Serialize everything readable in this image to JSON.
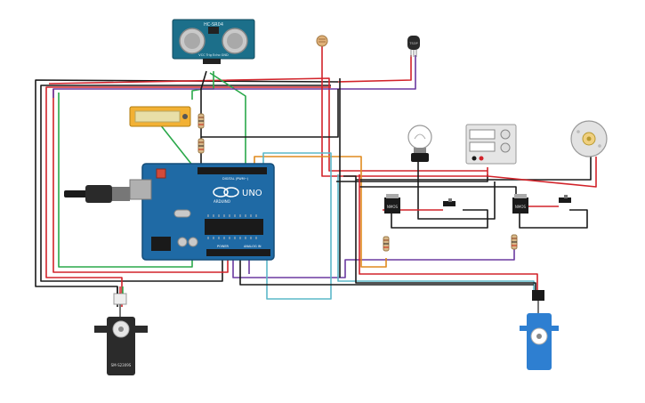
{
  "colors": {
    "board": "#1f6aa5",
    "wire_red": "#d2232a",
    "wire_black": "#1a1a1a",
    "wire_green": "#2aa84a",
    "wire_purple": "#6b3aa0",
    "wire_orange": "#e08a1e",
    "wire_cyan": "#5bb8c9",
    "sensor_pcb": "#1c6f8a",
    "lcd_yellow": "#f2b134",
    "servo_blue": "#2e7fd1",
    "servo_black": "#2b2b2b"
  },
  "sensor": {
    "model": "HC-SR04",
    "pin_text": "VCC Trig Echo GND"
  },
  "board": {
    "name": "UNO",
    "brand": "ARDUINO",
    "digital_label": "DIGITAL (PWM~)",
    "power_label": "POWER",
    "analog_label": "ANALOG IN"
  },
  "transistors": [
    {
      "label": "NMOS"
    },
    {
      "label": "NMOS"
    }
  ],
  "servo_left": {
    "label": "SM-S2309S"
  },
  "ir_receiver": {
    "label": "TSOP"
  },
  "icons": [
    "ultrasonic-sensor-icon",
    "photoresistor-icon",
    "ir-receiver-icon",
    "lcd-icon",
    "light-bulb-icon",
    "power-supply-icon",
    "dc-motor-icon",
    "servo-icon",
    "slide-switch-icon"
  ]
}
